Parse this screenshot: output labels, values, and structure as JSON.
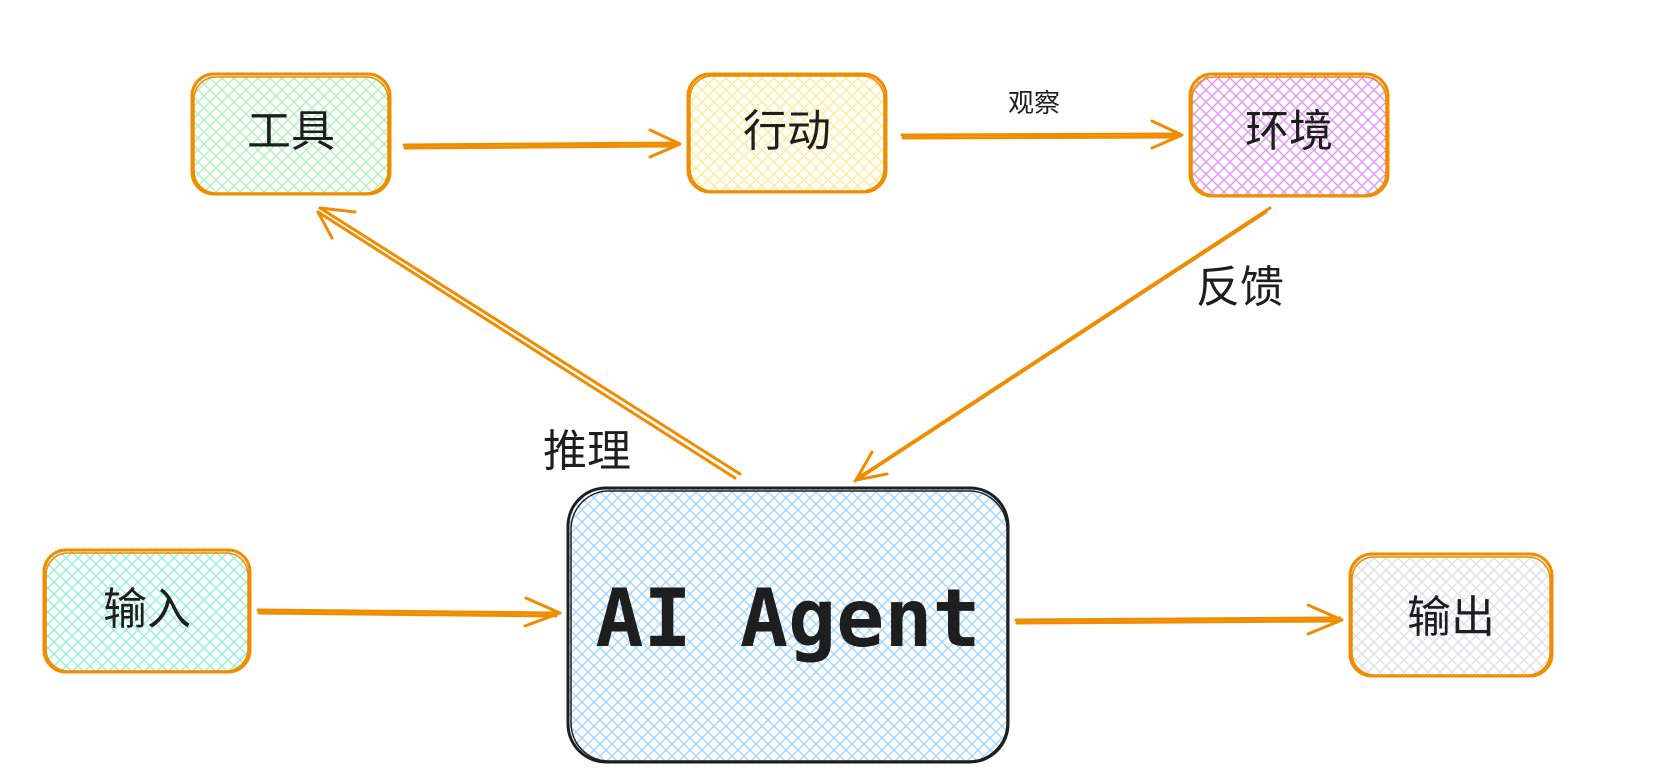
{
  "nodes": {
    "tools": {
      "label": "工具",
      "fill": "#b2f2bb"
    },
    "action": {
      "label": "行动",
      "fill": "#ffec99"
    },
    "environment": {
      "label": "环境",
      "fill": "#e599f7"
    },
    "input": {
      "label": "输入",
      "fill": "#96f2d7"
    },
    "agent": {
      "label": "AI Agent",
      "fill": "#a5d8ff"
    },
    "output": {
      "label": "输出",
      "fill": "#e9ecef"
    }
  },
  "edges": {
    "observe": "观察",
    "feedback": "反馈",
    "reasoning": "推理"
  },
  "colors": {
    "box_stroke": "#f08c00",
    "agent_stroke": "#1e1e1e",
    "arrow": "#f08c00"
  }
}
